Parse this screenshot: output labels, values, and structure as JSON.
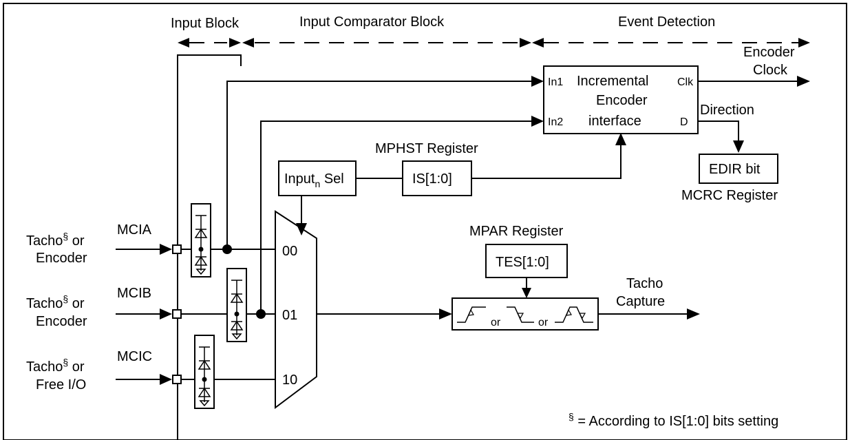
{
  "blocks": {
    "input": "Input Block",
    "comparator": "Input Comparator Block",
    "event": "Event Detection"
  },
  "inputs": [
    {
      "line1": "Tacho",
      "sup": "§",
      "line1_end": " or",
      "line2": "Encoder",
      "pin": "MCIA",
      "mux": "00"
    },
    {
      "line1": "Tacho",
      "sup": "§",
      "line1_end": " or",
      "line2": "Encoder",
      "pin": "MCIB",
      "mux": "01"
    },
    {
      "line1": "Tacho",
      "sup": "§",
      "line1_end": " or",
      "line2": "Free I/O",
      "pin": "MCIC",
      "mux": "10"
    }
  ],
  "encoder": {
    "in1": "In1",
    "in2": "In2",
    "title1": "Incremental",
    "title2": "Encoder",
    "title3": "interface",
    "clk": "Clk",
    "d": "D",
    "out_clock1": "Encoder",
    "out_clock2": "Clock",
    "out_dir": "Direction"
  },
  "edir": {
    "label": "EDIR bit",
    "register": "MCRC Register"
  },
  "mphst": {
    "register": "MPHST Register",
    "field": "IS[1:0]"
  },
  "input_sel": {
    "pre": "Input",
    "sub": "n",
    "post": " Sel"
  },
  "mpar": {
    "register": "MPAR Register",
    "field": "TES[1:0]"
  },
  "edge_select": {
    "or1": "or",
    "or2": "or"
  },
  "tacho": {
    "line1": "Tacho",
    "line2": "Capture"
  },
  "footnote": {
    "sup": "§",
    "text": " = According to IS[1:0] bits setting"
  }
}
